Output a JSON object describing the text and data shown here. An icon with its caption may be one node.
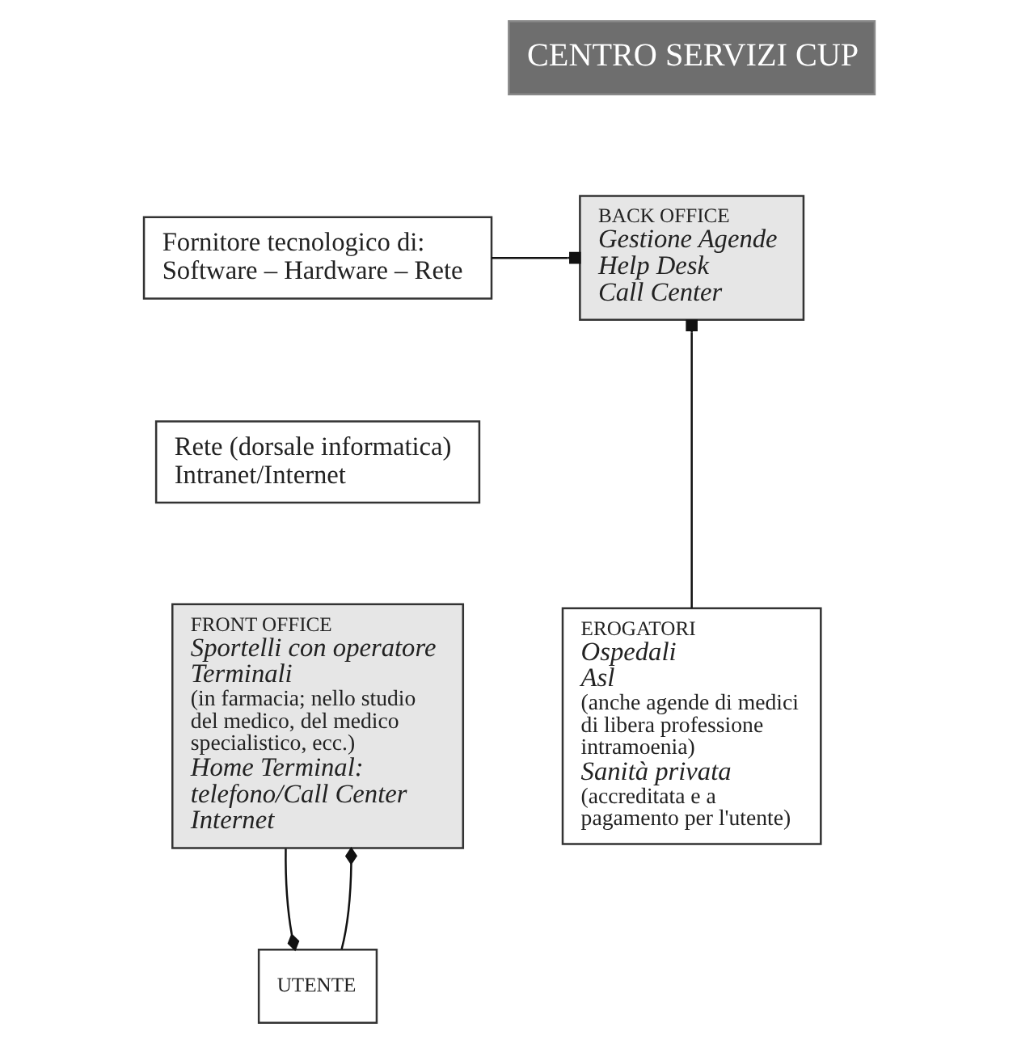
{
  "diagram": {
    "nodes": [
      {
        "text": [
          "CENTRO SERVIZI CUP"
        ]
      },
      {
        "text": [
          "BACK OFFICE",
          "Gestione Agende",
          "Help Desk",
          "Call Center"
        ]
      },
      {
        "text": [
          "Fornitore tecnologico di: Software – Hardware – Rete"
        ]
      },
      {
        "text": [
          "Rete (dorsale informatica) Intranet/Internet"
        ]
      },
      {
        "text": [
          "EROGATORI",
          "Ospedali",
          "Asl",
          "(anche agende di medici di libera professione intramoenia)",
          "Sanità privata",
          "(accreditata e a pagamento per l'utente)"
        ]
      },
      {
        "text": [
          "FRONT OFFICE",
          "Sportelli con operatore",
          "Terminali",
          "(in farmacia; nello studio del medico, del medico specialistico, ecc.)",
          "Home Terminal: telefono/Call Center",
          "Internet"
        ]
      },
      {
        "text": [
          "UTENTE"
        ]
      }
    ],
    "edges": [
      {
        "from": 2,
        "to": 1,
        "arrow": "other"
      },
      {
        "from": 4,
        "to": 1,
        "arrow": "other"
      },
      {
        "from": 6,
        "to": 5,
        "arrow": "other"
      },
      {
        "from": 5,
        "to": 6,
        "arrow": "other"
      }
    ]
  }
}
